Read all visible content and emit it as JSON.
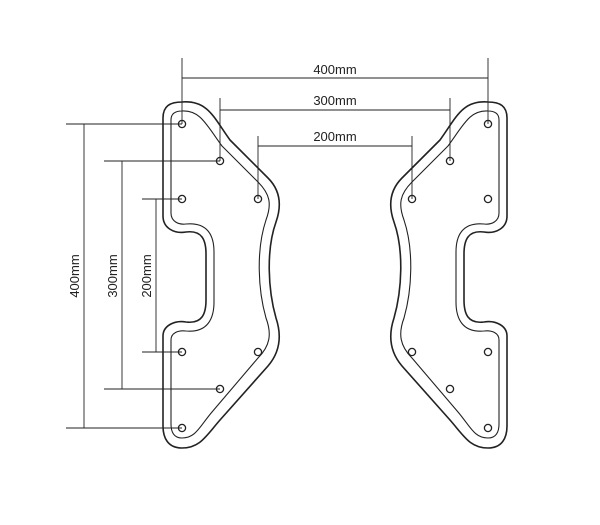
{
  "dimensions": {
    "top_400": "400mm",
    "top_300": "300mm",
    "top_200": "200mm",
    "left_400": "400mm",
    "left_300": "300mm",
    "left_200": "200mm"
  },
  "colors": {
    "line": "#222222",
    "background": "#ffffff"
  }
}
